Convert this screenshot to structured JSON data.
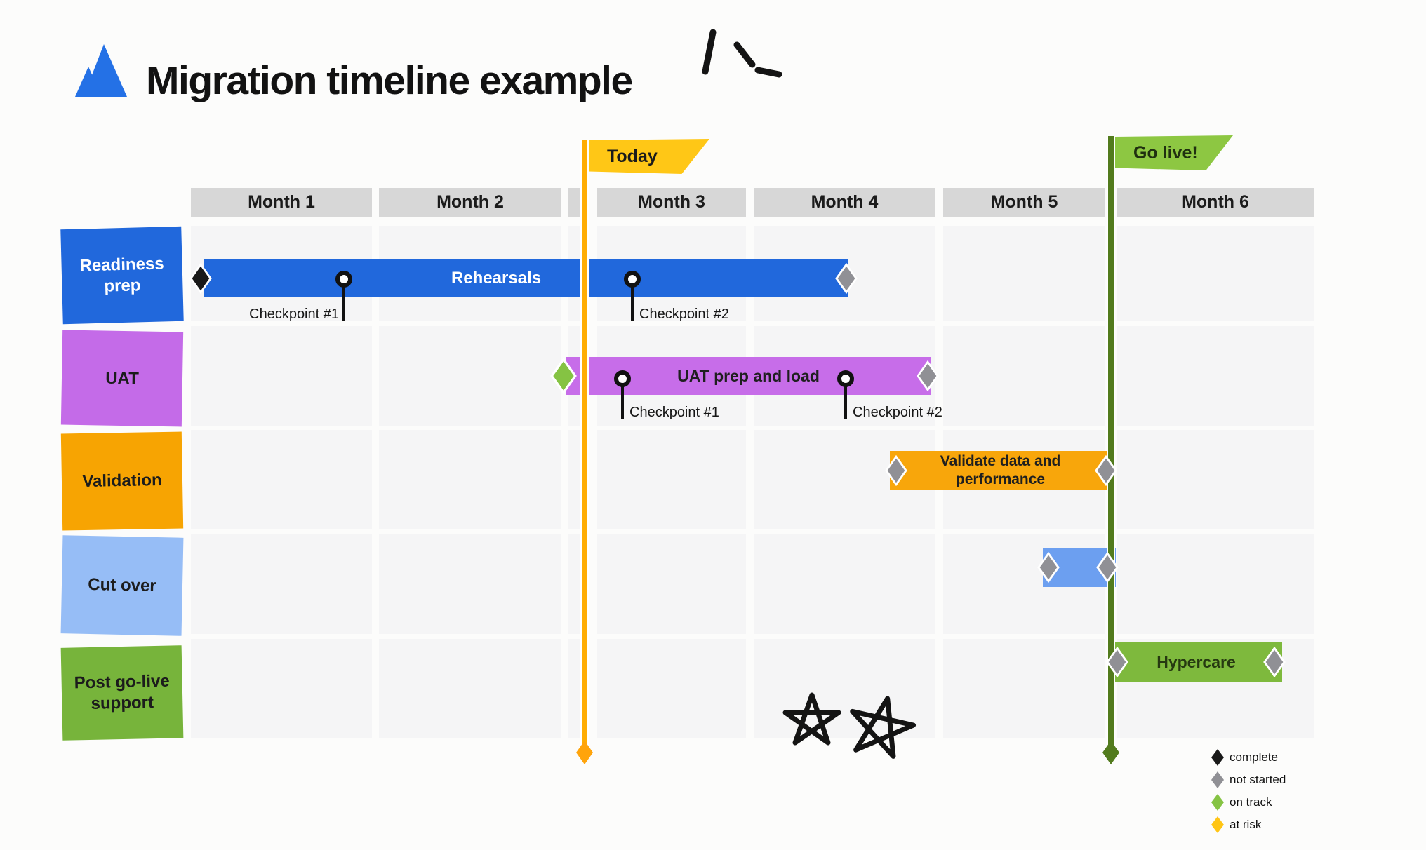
{
  "header": {
    "title": "Migration timeline example",
    "logo": "atlassian-triangles-logo"
  },
  "flags": {
    "today": {
      "label": "Today",
      "flag_color": "#ffc716",
      "line_color": "#ffad03"
    },
    "golive": {
      "label": "Go live!",
      "flag_color": "#8dc742",
      "line_color": "#527b1d"
    }
  },
  "months": [
    "Month 1",
    "Month 2",
    "Month 3",
    "Month 4",
    "Month 5",
    "Month 6"
  ],
  "rows": [
    {
      "label": "Readiness prep",
      "color": "#2168dc"
    },
    {
      "label": "UAT",
      "color": "#c46be8"
    },
    {
      "label": "Validation",
      "color": "#f7a402"
    },
    {
      "label": "Cut over",
      "color": "#96bdf6"
    },
    {
      "label": "Post go-live support",
      "color": "#77b43b"
    }
  ],
  "bars": [
    {
      "row": "Readiness prep",
      "label": "Rehearsals",
      "color": "#2168dc",
      "start_marker": "complete",
      "end_marker": "not started",
      "start": "Month 1",
      "end": "mid Month 4"
    },
    {
      "row": "UAT",
      "label": "UAT prep and load",
      "color": "#c76de9",
      "start_marker": "on track",
      "end_marker": "not started",
      "start": "just before Today",
      "end": "late Month 4"
    },
    {
      "row": "Validation",
      "label": "Validate data and performance",
      "color": "#f8a60b",
      "start_marker": "not started",
      "end_marker": "not started",
      "start": "mid Month 4",
      "end": "go-live"
    },
    {
      "row": "Cut over",
      "label": "",
      "color": "#6c9ff0",
      "start_marker": "not started",
      "end_marker": "not started",
      "start": "late Month 5",
      "end": "go-live"
    },
    {
      "row": "Post go-live support",
      "label": "Hypercare",
      "color": "#7eb93d",
      "start_marker": "not started",
      "end_marker": "not started",
      "start": "go-live",
      "end": "mid Month 6"
    }
  ],
  "checkpoints": [
    {
      "row": "Readiness prep",
      "label": "Checkpoint #1"
    },
    {
      "row": "Readiness prep",
      "label": "Checkpoint #2"
    },
    {
      "row": "UAT",
      "label": "Checkpoint #1"
    },
    {
      "row": "UAT",
      "label": "Checkpoint #2"
    }
  ],
  "legend": [
    {
      "label": "complete",
      "color": "#191919"
    },
    {
      "label": "not started",
      "color": "#909095"
    },
    {
      "label": "on track",
      "color": "#85c343"
    },
    {
      "label": "at risk",
      "color": "#ffc515"
    }
  ],
  "colors": {
    "month_header": "#d7d7d7",
    "grid_cell": "#f5f5f6",
    "page_bg": "#fcfcfb"
  }
}
